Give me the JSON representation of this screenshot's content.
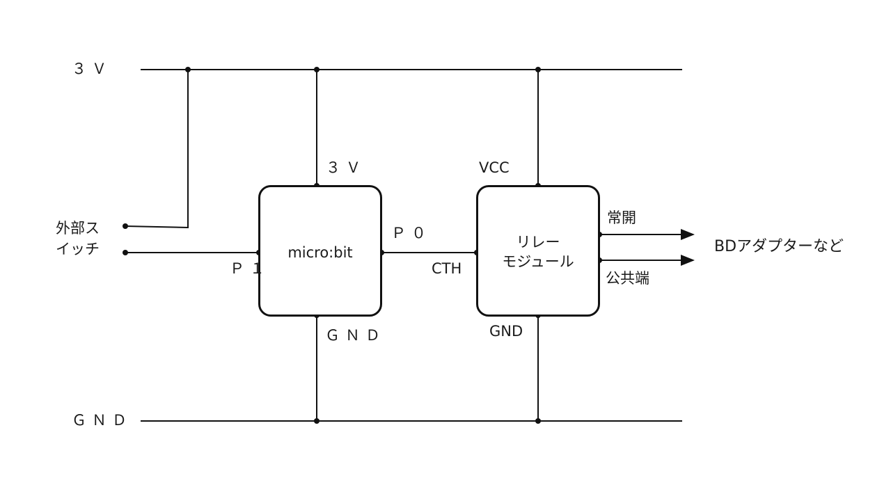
{
  "rails": {
    "top": "３Ｖ",
    "bottom": "ＧＮＤ"
  },
  "switch": {
    "line1": "外部ス",
    "line2": "イッチ"
  },
  "microbit": {
    "name": "micro:bit",
    "pin_3v": "３Ｖ",
    "pin_gnd": "ＧＮＤ",
    "pin_p0": "Ｐ０",
    "pin_p1": "Ｐ１"
  },
  "relay": {
    "line1": "リレー",
    "line2": "モジュール",
    "pin_vcc": "VCC",
    "pin_gnd": "GND",
    "pin_cth": "CTH",
    "out_no": "常開",
    "out_com": "公共端"
  },
  "target": "BDアダプターなど",
  "colors": {
    "line": "#111111",
    "text": "#1a1a1a"
  }
}
